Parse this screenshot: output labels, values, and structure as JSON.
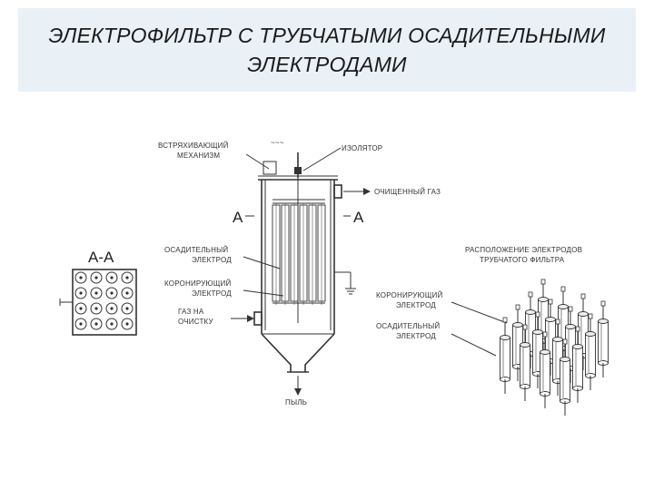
{
  "title": "ЭЛЕКТРОФИЛЬТР С ТРУБЧАТЫМИ ОСАДИТЕЛЬНЫМИ ЭЛЕКТРОДАМИ",
  "labels": {
    "shaker_1": "ВСТРЯХИВАЮЩИЙ",
    "shaker_2": "МЕХАНИЗМ",
    "insulator": "ИЗОЛЯТОР",
    "clean_gas": "ОЧИЩЕННЫЙ ГАЗ",
    "section_left": "А",
    "section_right": "А",
    "section_view": "А-А",
    "collecting_1": "ОСАДИТЕЛЬНЫЙ",
    "collecting_2": "ЭЛЕКТРОД",
    "corona_1": "КОРОНИРУЮЩИЙ",
    "corona_2": "ЭЛЕКТРОД",
    "gas_in_1": "ГАЗ НА",
    "gas_in_2": "ОЧИСТКУ",
    "dust": "ПЫЛЬ",
    "arrangement_1": "РАСПОЛОЖЕНИЕ ЭЛЕКТРОДОВ",
    "arrangement_2": "ТРУБЧАТОГО ФИЛЬТРА",
    "r_corona_1": "КОРОНИРУЮЩИЙ",
    "r_corona_2": "ЭЛЕКТРОД",
    "r_collecting_1": "ОСАДИТЕЛЬНЫЙ",
    "r_collecting_2": "ЭЛЕКТРОД"
  },
  "colors": {
    "title_bg": "#e9f0f6",
    "ink": "#333333"
  }
}
